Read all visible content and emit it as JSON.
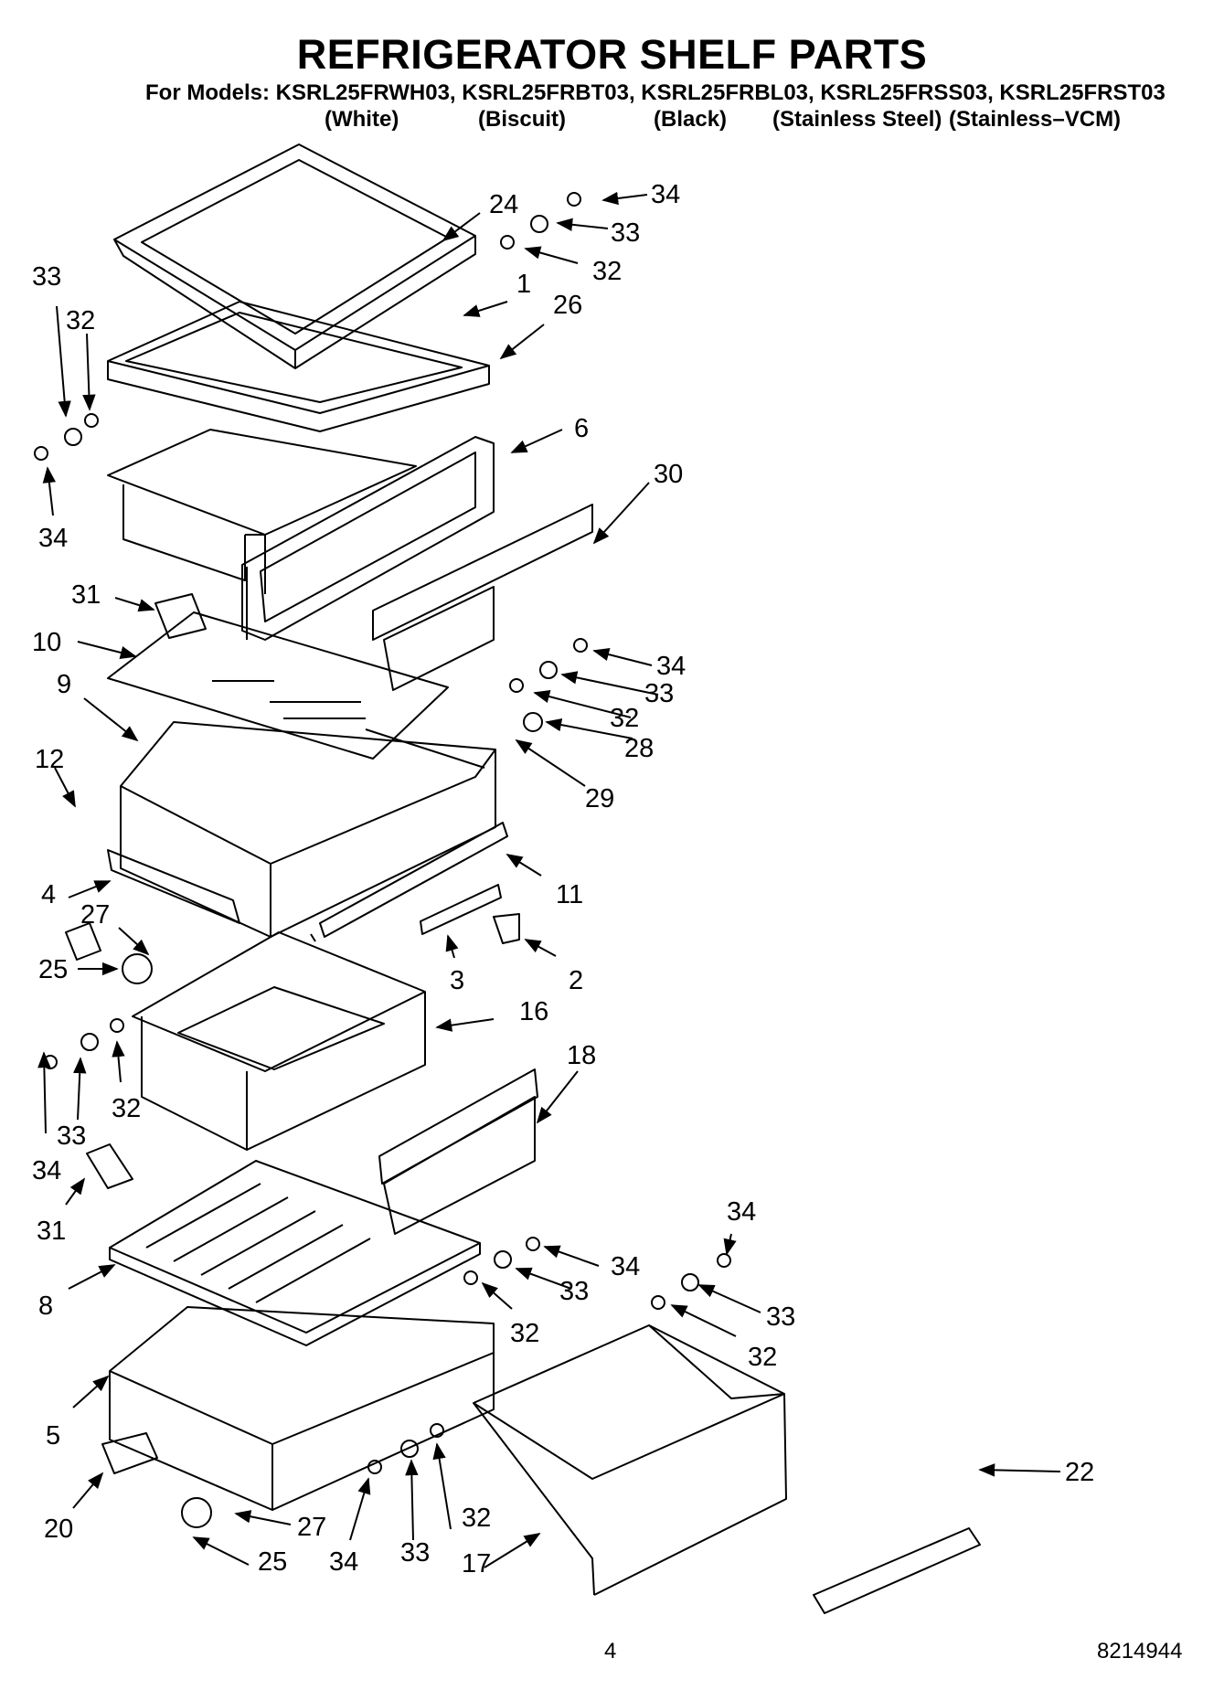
{
  "title": "REFRIGERATOR SHELF PARTS",
  "models_line": "For Models: KSRL25FRWH03, KSRL25FRBT03, KSRL25FRBL03, KSRL25FRSS03, KSRL25FRST03",
  "colors": [
    "(White)",
    "(Biscuit)",
    "(Black)",
    "(Stainless Steel)",
    "(Stainless–VCM)"
  ],
  "page_number": "4",
  "doc_number": "8214944",
  "callouts": [
    "34",
    "33",
    "32",
    "24",
    "1",
    "26",
    "33",
    "32",
    "34",
    "6",
    "30",
    "31",
    "10",
    "9",
    "34",
    "33",
    "32",
    "28",
    "29",
    "12",
    "4",
    "11",
    "27",
    "25",
    "2",
    "3",
    "16",
    "18",
    "34",
    "33",
    "32",
    "31",
    "8",
    "34",
    "34",
    "33",
    "32",
    "33",
    "32",
    "5",
    "20",
    "27",
    "25",
    "34",
    "33",
    "32",
    "17",
    "22"
  ]
}
